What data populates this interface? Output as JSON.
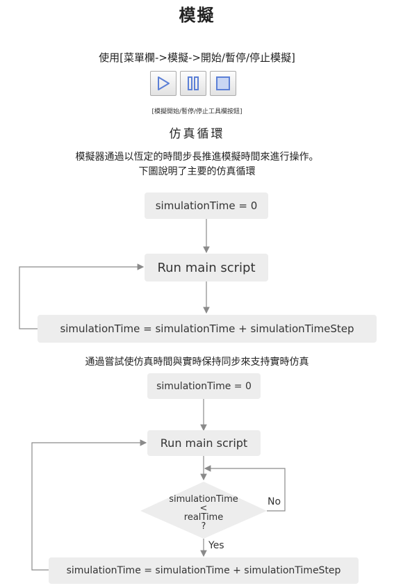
{
  "page": {
    "title": "模擬",
    "usage_text": "使用[菜單欄->模擬->開始/暫停/停止模擬]",
    "toolbar_caption": "[模擬開始/暫停/停止工具欄按鈕]",
    "section_title": "仿真循環",
    "desc_line1": "模擬器通過以恆定的時間步長推進模擬時間來進行操作。",
    "desc_line2": "下圖說明了主要的仿真循環",
    "desc_realtime": "通過嘗試使仿真時間與實時保持同步來支持實時仿真"
  },
  "toolbar": {
    "play_icon": "play-icon",
    "pause_icon": "pause-icon",
    "stop_icon": "stop-icon",
    "icon_color": "#5b7fd6"
  },
  "diagram1": {
    "init": "simulationTime = 0",
    "run": "Run main script",
    "step": "simulationTime = simulationTime + simulationTimeStep"
  },
  "diagram2": {
    "init": "simulationTime = 0",
    "run": "Run main script",
    "cond_line1": "simulationTime",
    "cond_line2": "<",
    "cond_line3": "realTime",
    "cond_line4": "?",
    "no_label": "No",
    "yes_label": "Yes",
    "step": "simulationTime = simulationTime + simulationTimeStep"
  }
}
